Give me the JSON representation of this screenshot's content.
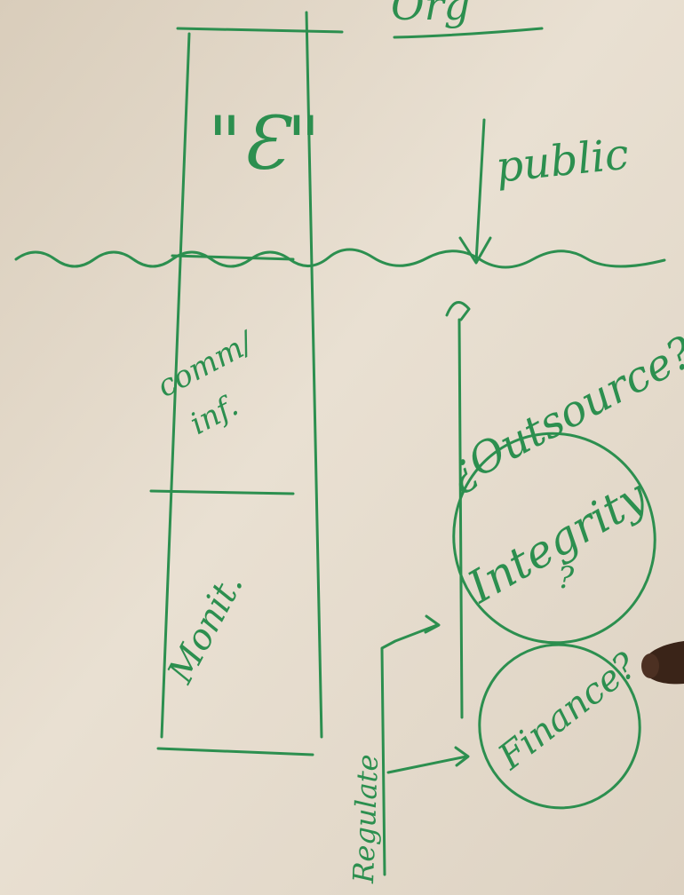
{
  "colors": {
    "paper": "#e6dccd",
    "marker": "#2c8f4f",
    "skin": "#3a2418"
  },
  "labels": {
    "title_fragment": "Org",
    "epsilon": "\"Ɛ\"",
    "public": "public",
    "comm_line1": "comm/",
    "comm_line2": "inf.",
    "monit": "Monit.",
    "outsource": "¿Outsource?",
    "integrity": "Integrity",
    "integrity_q": "?",
    "finance": "Finance?",
    "regulate": "Regulate"
  },
  "photo": {
    "subject": "hand-drawn-flipchart",
    "marker_color_name": "green"
  }
}
